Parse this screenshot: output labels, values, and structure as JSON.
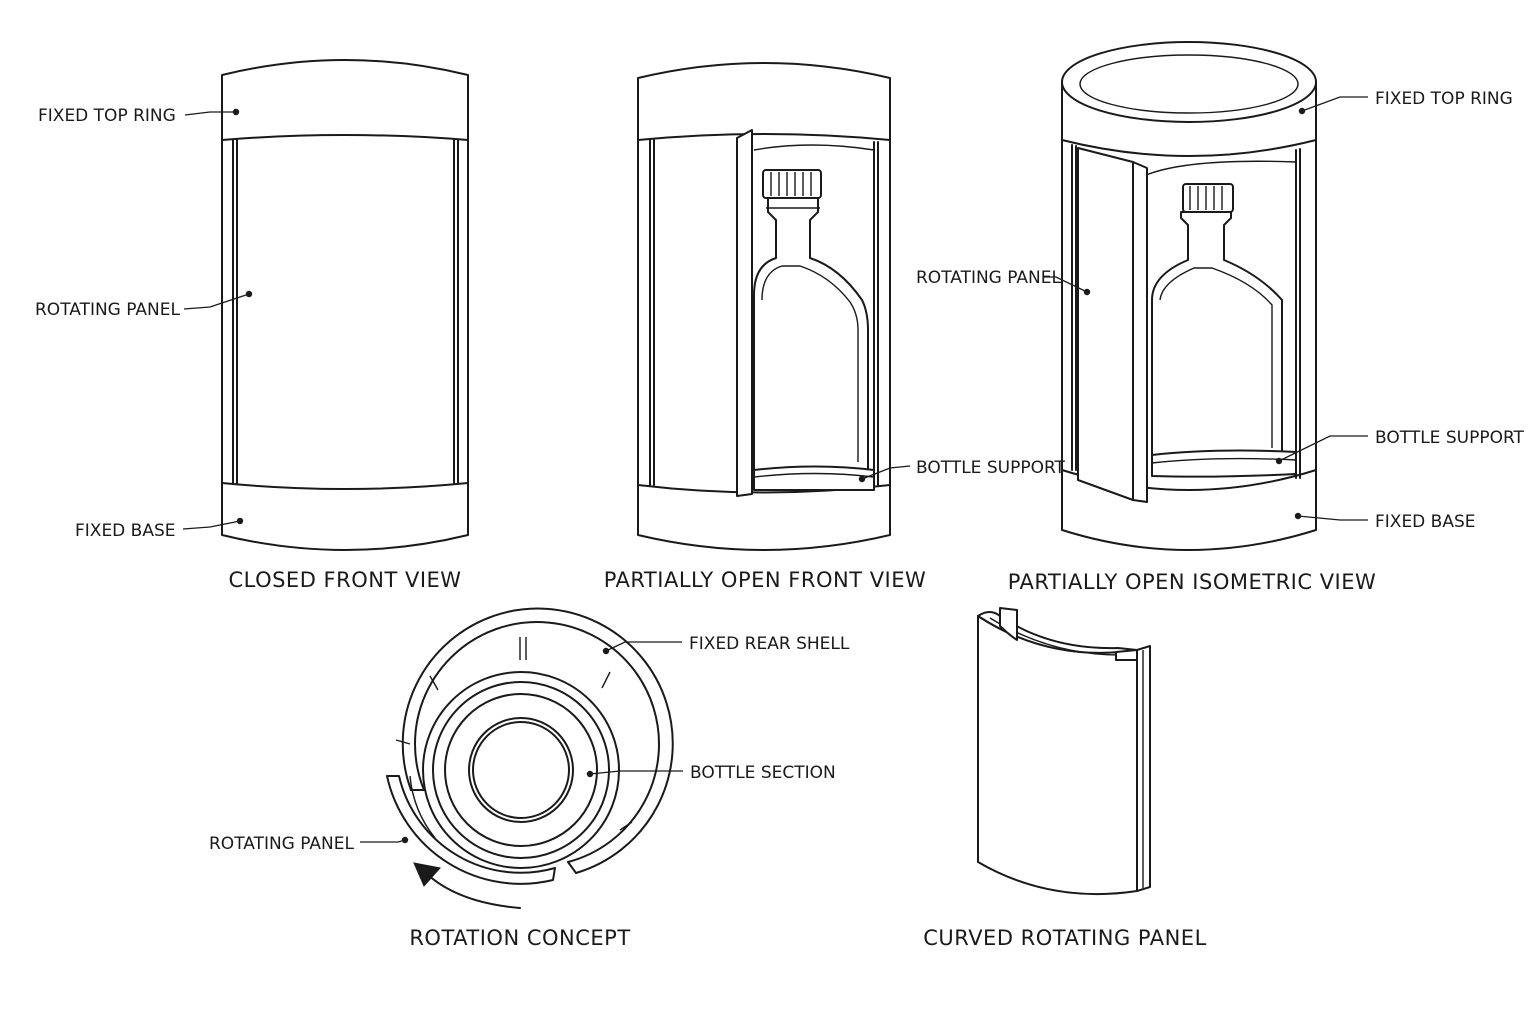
{
  "views": {
    "closed_front": {
      "caption": "CLOSED FRONT VIEW",
      "labels": {
        "top_ring": "FIXED TOP RING",
        "rotating_panel": "ROTATING PANEL",
        "base": "FIXED BASE"
      }
    },
    "partial_front": {
      "caption": "PARTIALLY OPEN FRONT VIEW",
      "labels": {
        "bottle_support": "BOTTLE SUPPORT"
      }
    },
    "partial_iso": {
      "caption": "PARTIALLY OPEN ISOMETRIC VIEW",
      "labels": {
        "top_ring": "FIXED TOP RING",
        "rotating_panel": "ROTATING PANEL",
        "bottle_support": "BOTTLE SUPPORT",
        "base": "FIXED BASE"
      }
    },
    "rotation": {
      "caption": "ROTATION CONCEPT",
      "labels": {
        "rear_shell": "FIXED REAR SHELL",
        "bottle_section": "BOTTLE SECTION",
        "rotating_panel": "ROTATING PANEL"
      }
    },
    "curved_panel": {
      "caption": "CURVED ROTATING PANEL"
    }
  }
}
